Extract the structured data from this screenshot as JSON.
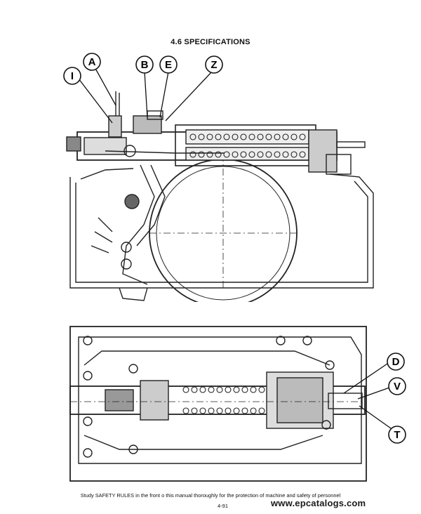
{
  "page": {
    "title": "4.6 SPECIFICATIONS",
    "footer_note": "Study SAFETY RULES in the front o this manual thoroughly for the protection of machine and safety of personnel",
    "page_number": "4-91",
    "watermark": "www.epcatalogs.com"
  },
  "figure_top": {
    "callouts": [
      "A",
      "I",
      "B",
      "E",
      "Z"
    ]
  },
  "figure_bottom": {
    "callouts": [
      "D",
      "V",
      "T"
    ]
  }
}
